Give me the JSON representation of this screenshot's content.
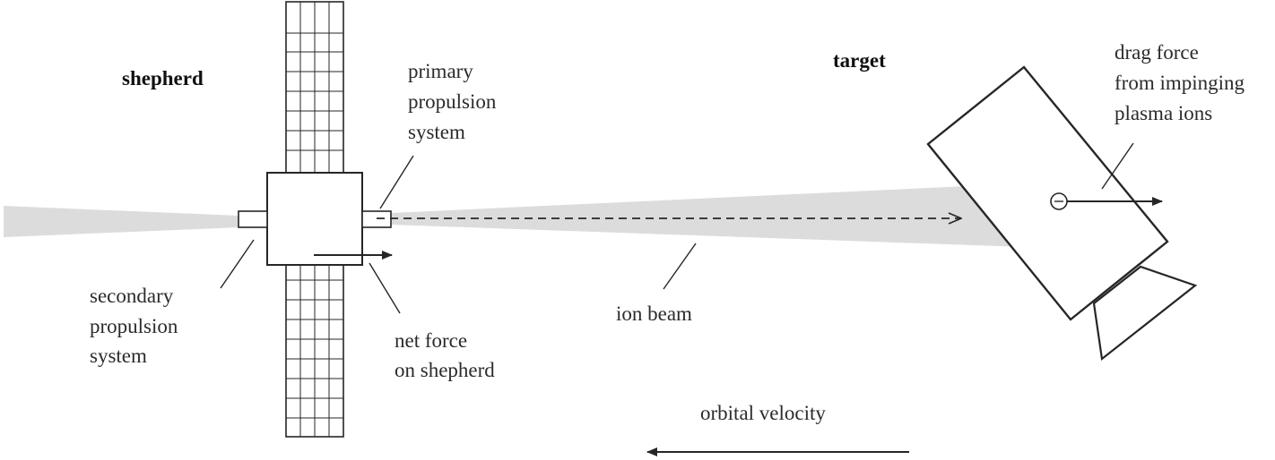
{
  "labels": {
    "shepherd": "shepherd",
    "target": "target",
    "primary": [
      "primary",
      "propulsion",
      "system"
    ],
    "secondary": [
      "secondary",
      "propulsion",
      "system"
    ],
    "net_force": [
      "net force",
      "on shepherd"
    ],
    "ion_beam": "ion beam",
    "drag": [
      "drag force",
      "from impinging",
      "plasma ions"
    ],
    "orbital_velocity": "orbital velocity"
  },
  "colors": {
    "ink": "#262626",
    "beam": "#dcdcdc",
    "fill": "#ffffff"
  }
}
